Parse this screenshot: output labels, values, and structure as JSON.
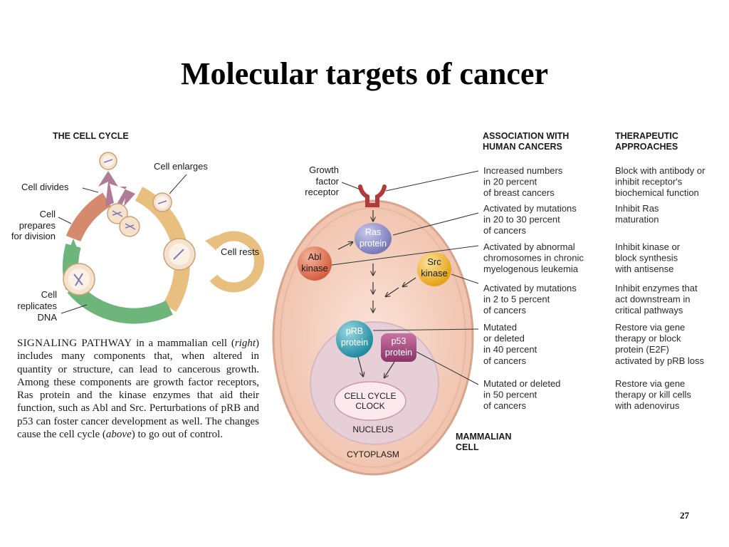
{
  "slide": {
    "title": "Molecular targets of cancer",
    "page_number": "27"
  },
  "cell_cycle": {
    "heading": "THE CELL CYCLE",
    "labels": {
      "cell_enlarges": "Cell enlarges",
      "cell_divides": "Cell divides",
      "cell_prepares": [
        "Cell",
        "prepares",
        "for division"
      ],
      "cell_rests": "Cell rests",
      "cell_replicates": [
        "Cell",
        "replicates",
        "DNA"
      ]
    }
  },
  "signaling_paragraph": {
    "lead": "SIGNALING PATHWAY",
    "lines": [
      " in a mammalian cell (",
      "right",
      ") includes many components that, when altered in quantity or structure, can lead to cancerous growth. Among these components are growth factor receptors, Ras protein and the kinase enzymes that aid their function, such as Abl and Src. Perturbations of pRB and p53 can foster cancer development as well. The changes cause the cell cycle (",
      "above",
      ") to go out of control."
    ]
  },
  "cell_diagram": {
    "growth_factor_receptor": [
      "Growth",
      "factor",
      "receptor"
    ],
    "ras": [
      "Ras",
      "protein"
    ],
    "abl": [
      "Abl",
      "kinase"
    ],
    "src": [
      "Src",
      "kinase"
    ],
    "prb": [
      "pRB",
      "protein"
    ],
    "p53": [
      "p53",
      "protein"
    ],
    "clock": [
      "CELL CYCLE",
      "CLOCK"
    ],
    "nucleus": "NUCLEUS",
    "cytoplasm": "CYTOPLASM",
    "mammalian_cell": [
      "MAMMALIAN",
      "CELL"
    ]
  },
  "table": {
    "association_heading": [
      "ASSOCIATION WITH",
      "HUMAN CANCERS"
    ],
    "therapeutic_heading": [
      "THERAPEUTIC",
      "APPROACHES"
    ],
    "rows": [
      {
        "association": [
          "Increased numbers",
          "in 20 percent",
          "of breast cancers"
        ],
        "therapy": [
          "Block with antibody or",
          "inhibit receptor's",
          "biochemical function"
        ]
      },
      {
        "association": [
          "Activated by mutations",
          "in 20 to 30 percent",
          "of cancers"
        ],
        "therapy": [
          "Inhibit Ras",
          "maturation"
        ]
      },
      {
        "association": [
          "Activated by abnormal",
          "chromosomes in chronic",
          "myelogenous leukemia"
        ],
        "therapy": [
          "Inhibit kinase or",
          "block synthesis",
          "with antisense"
        ]
      },
      {
        "association": [
          "Activated by mutations",
          "in 2 to 5 percent",
          "of cancers"
        ],
        "therapy": [
          "Inhibit enzymes that",
          "act downstream in",
          "critical pathways"
        ]
      },
      {
        "association": [
          "Mutated",
          "or deleted",
          "in 40 percent",
          "of cancers"
        ],
        "therapy": [
          "Restore via gene",
          "therapy or block",
          "protein (E2F)",
          "activated by pRB loss"
        ]
      },
      {
        "association": [
          "Mutated or deleted",
          "in 50 percent",
          "of cancers"
        ],
        "therapy": [
          "Restore via gene",
          "therapy or kill cells",
          "with adenovirus"
        ]
      }
    ]
  },
  "colors": {
    "cytoplasm": "#f3d2c0",
    "cell_border": "#d9a48c",
    "nucleus": "#e6cfd6",
    "ras": "#8e8ec8",
    "abl": "#e07a5a",
    "src": "#f1bd35",
    "prb": "#2f9fb3",
    "p53": "#a0457a",
    "receptor": "#b33a3a",
    "cycle_tan": "#e9bf7f",
    "cycle_green": "#6db57a",
    "cycle_rose": "#d58a6d",
    "cycle_mauve": "#b07b95"
  }
}
